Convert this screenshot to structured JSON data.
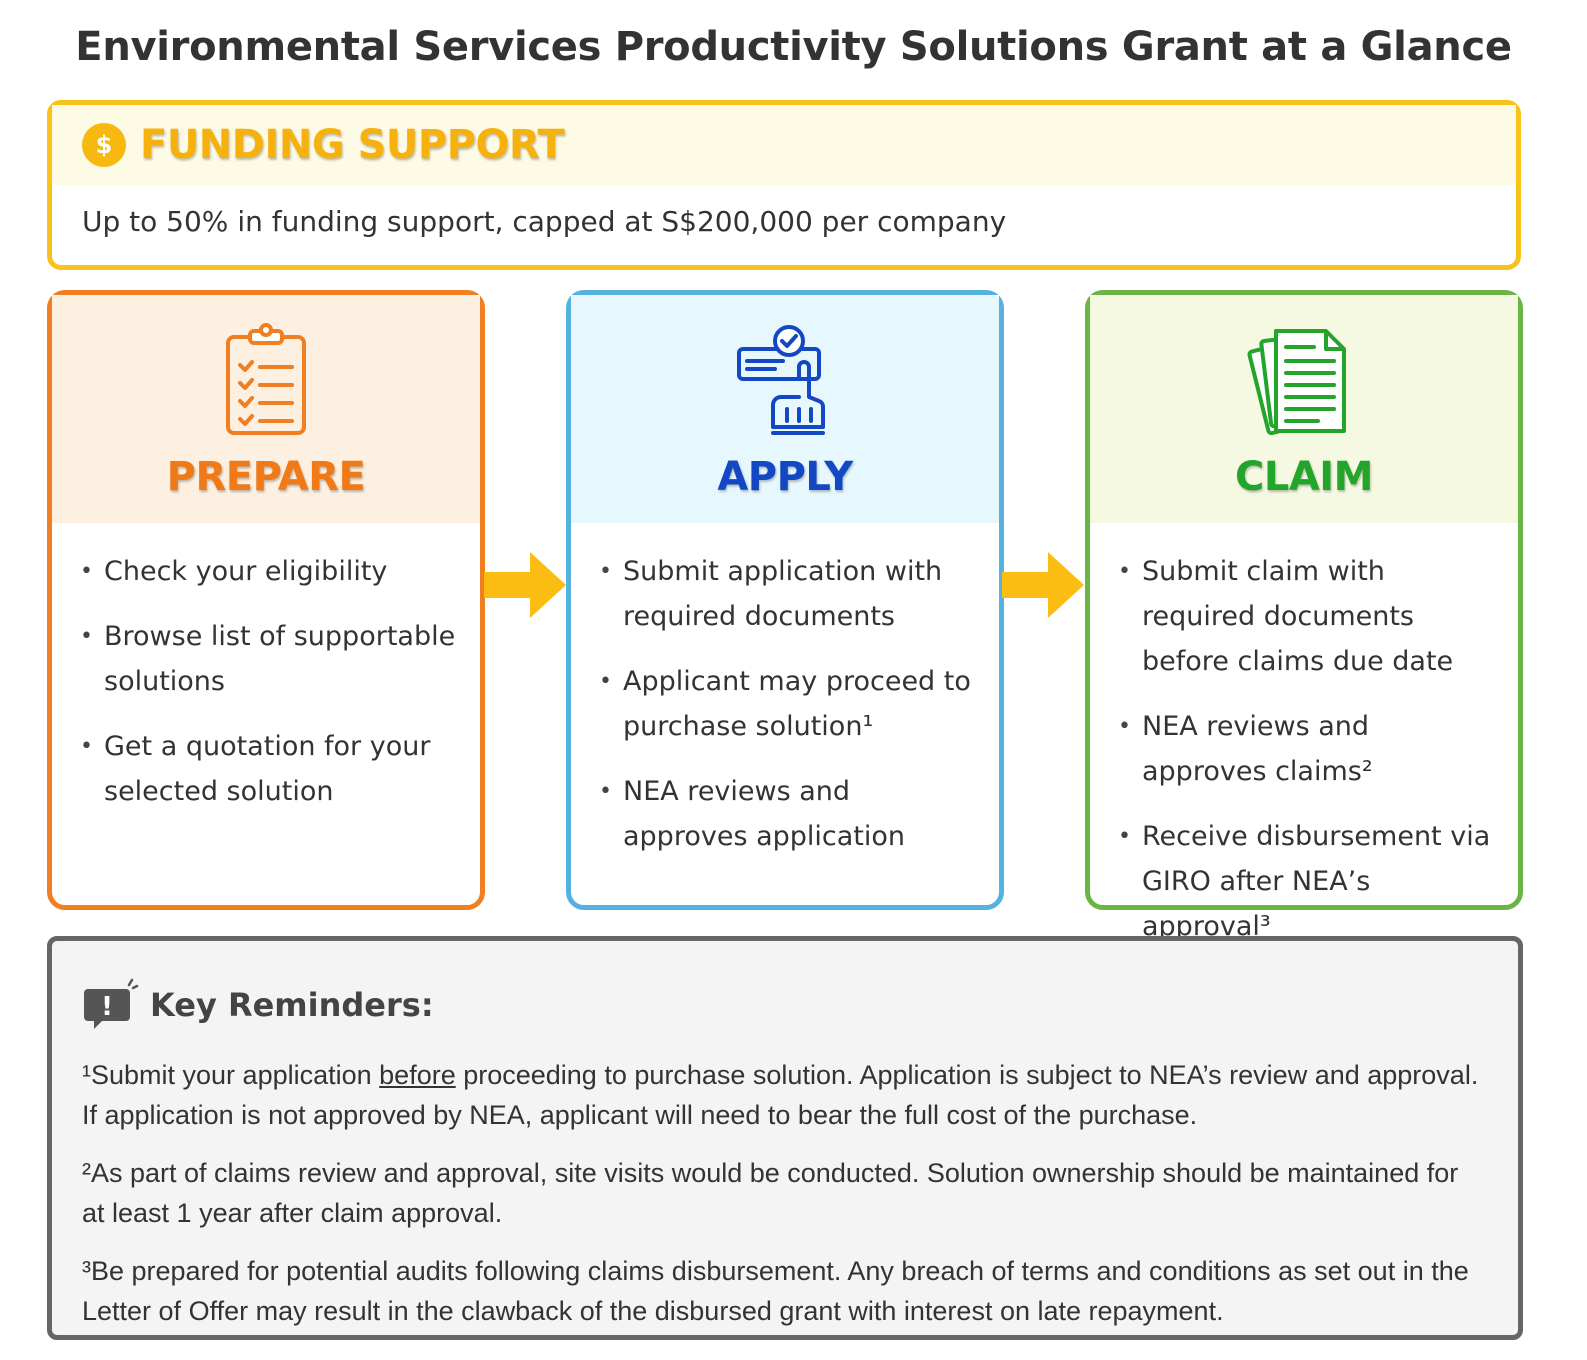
{
  "title": "Environmental Services Productivity Solutions Grant at a Glance",
  "funding": {
    "icon_symbol": "$",
    "heading": "FUNDING SUPPORT",
    "description": "Up to 50% in funding support, capped at S$200,000 per company"
  },
  "steps": [
    {
      "label": "PREPARE",
      "icon": "clipboard-checklist-icon",
      "items": [
        "Check your eligibility",
        "Browse list of supportable solutions",
        "Get a quotation for your selected solution"
      ]
    },
    {
      "label": "APPLY",
      "icon": "hand-click-checkmark-icon",
      "items": [
        "Submit application with required documents",
        "Applicant may proceed to purchase solution¹",
        "NEA reviews and approves application"
      ]
    },
    {
      "label": "CLAIM",
      "icon": "documents-stack-icon",
      "items": [
        "Submit claim with required documents before claims due date",
        "NEA reviews and approves claims²",
        "Receive disbursement via GIRO after NEA’s approval³"
      ]
    }
  ],
  "reminders": {
    "icon_symbol": "!",
    "heading": "Key Reminders:",
    "note1": {
      "prefix": "¹Submit your application ",
      "emphasis": "before",
      "suffix": " proceeding to purchase solution. Application is subject to NEA’s review and approval. If application is not approved by NEA, applicant will need to bear the full cost of the purchase."
    },
    "note2": "²As part of claims review and approval, site visits would be conducted. Solution ownership should be maintained for at least 1 year after claim approval.",
    "note3": "³Be prepared for potential audits following claims disbursement. Any breach of terms and conditions as set out in the Letter of Offer may result in the clawback of the disbursed grant with interest on late repayment."
  },
  "colors": {
    "funding": "#f9c21a",
    "prepare": "#ef7f22",
    "apply": "#55b2e0",
    "apply_text": "#1447c4",
    "claim": "#6cb446",
    "claim_text": "#22a52a",
    "arrow": "#fbbd12"
  }
}
